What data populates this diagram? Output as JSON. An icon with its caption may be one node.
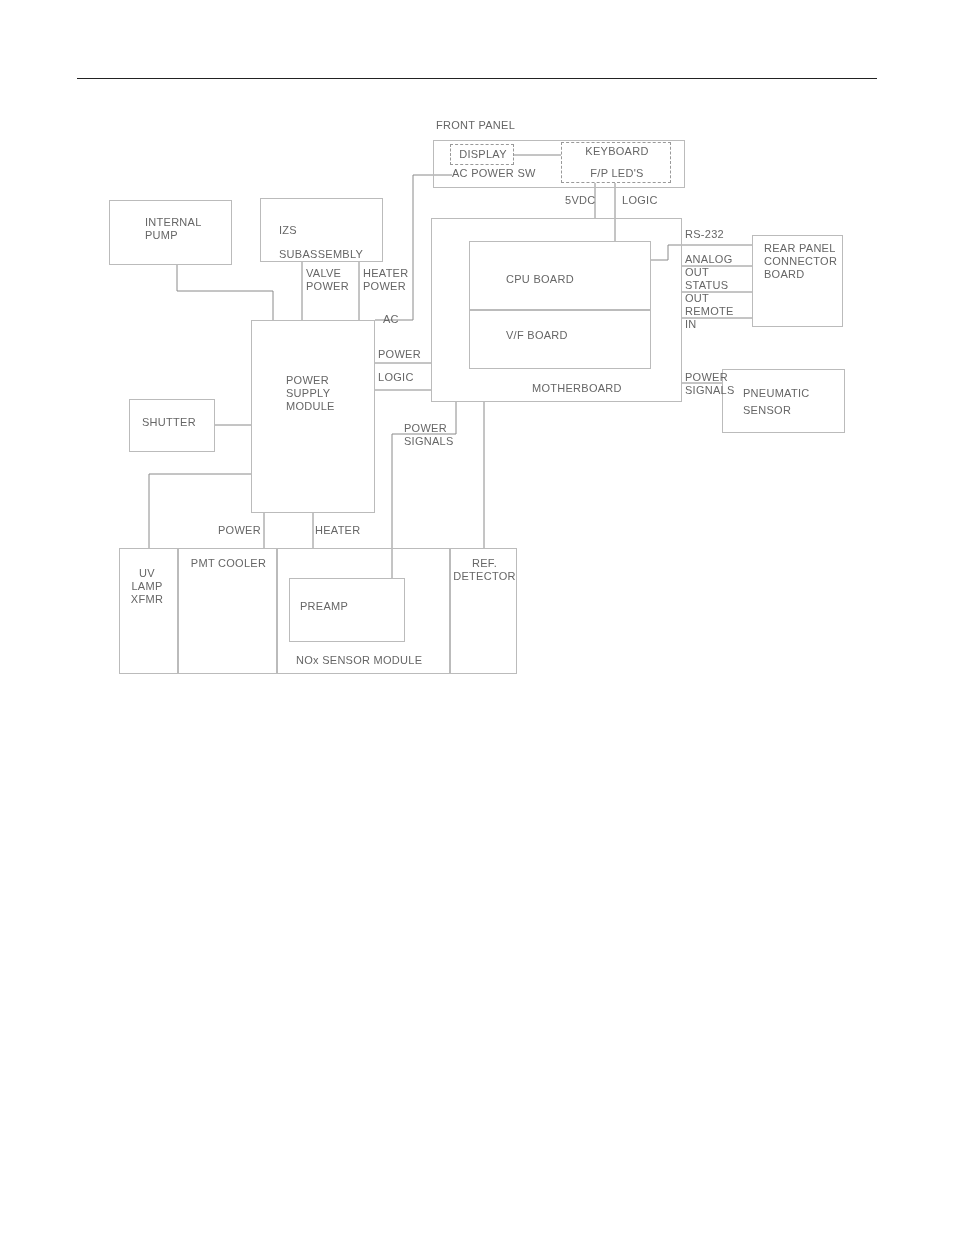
{
  "diagram": {
    "nodes": [
      {
        "text": [
          "FRONT PANEL"
        ]
      },
      {
        "text": [
          "DISPLAY"
        ],
        "in": 0
      },
      {
        "text": [
          "KEYBOARD",
          "F/P LED'S"
        ],
        "in": 0
      },
      {
        "text": [
          "AC POWER SW"
        ],
        "in": 0
      },
      {
        "text": [
          "INTERNAL PUMP"
        ]
      },
      {
        "text": [
          "IZS SUBASSEMBLY"
        ]
      },
      {
        "text": [
          "MOTHERBOARD"
        ]
      },
      {
        "text": [
          "CPU BOARD"
        ],
        "in": 6
      },
      {
        "text": [
          "V/F BOARD"
        ],
        "in": 6
      },
      {
        "text": [
          "REAR PANEL CONNECTOR BOARD"
        ]
      },
      {
        "text": [
          "POWER SUPPLY MODULE"
        ]
      },
      {
        "text": [
          "SHUTTER"
        ]
      },
      {
        "text": [
          "PNEUMATIC SENSOR"
        ]
      },
      {
        "text": [
          "UV LAMP XFMR"
        ]
      },
      {
        "text": [
          "PMT COOLER"
        ]
      },
      {
        "text": [
          "NOx SENSOR MODULE"
        ]
      },
      {
        "text": [
          "PREAMP"
        ],
        "in": 15
      },
      {
        "text": [
          "REF. DETECTOR"
        ]
      }
    ],
    "edges": [
      {
        "from": 1,
        "to": 2,
        "arrow": "none"
      },
      {
        "from": 3,
        "to": 10,
        "arrow": "none",
        "label": "AC"
      },
      {
        "from": 2,
        "to": 6,
        "arrow": "none",
        "label": "5VDC"
      },
      {
        "from": 2,
        "to": 7,
        "arrow": "none",
        "label": "LOGIC"
      },
      {
        "from": 7,
        "to": 9,
        "arrow": "none",
        "label": "RS-232"
      },
      {
        "from": 6,
        "to": 9,
        "arrow": "none",
        "label": "ANALOG OUT"
      },
      {
        "from": 6,
        "to": 9,
        "arrow": "none",
        "label": "STATUS OUT"
      },
      {
        "from": 6,
        "to": 9,
        "arrow": "none",
        "label": "REMOTE IN"
      },
      {
        "from": 6,
        "to": 12,
        "arrow": "none",
        "label": "POWER SIGNALS"
      },
      {
        "from": 4,
        "to": 10,
        "arrow": "none"
      },
      {
        "from": 5,
        "to": 10,
        "arrow": "none",
        "label": "VALVE POWER"
      },
      {
        "from": 5,
        "to": 10,
        "arrow": "none",
        "label": "HEATER POWER"
      },
      {
        "from": 11,
        "to": 10,
        "arrow": "none"
      },
      {
        "from": 10,
        "to": 6,
        "arrow": "none",
        "label": "POWER"
      },
      {
        "from": 10,
        "to": 6,
        "arrow": "none",
        "label": "LOGIC"
      },
      {
        "from": 10,
        "to": 13,
        "arrow": "none"
      },
      {
        "from": 10,
        "to": 14,
        "arrow": "none",
        "label": "POWER"
      },
      {
        "from": 10,
        "to": 15,
        "arrow": "none",
        "label": "HEATER"
      },
      {
        "from": 6,
        "to": 16,
        "arrow": "none",
        "label": "POWER SIGNALS"
      },
      {
        "from": 6,
        "to": 17,
        "arrow": "none"
      }
    ]
  }
}
